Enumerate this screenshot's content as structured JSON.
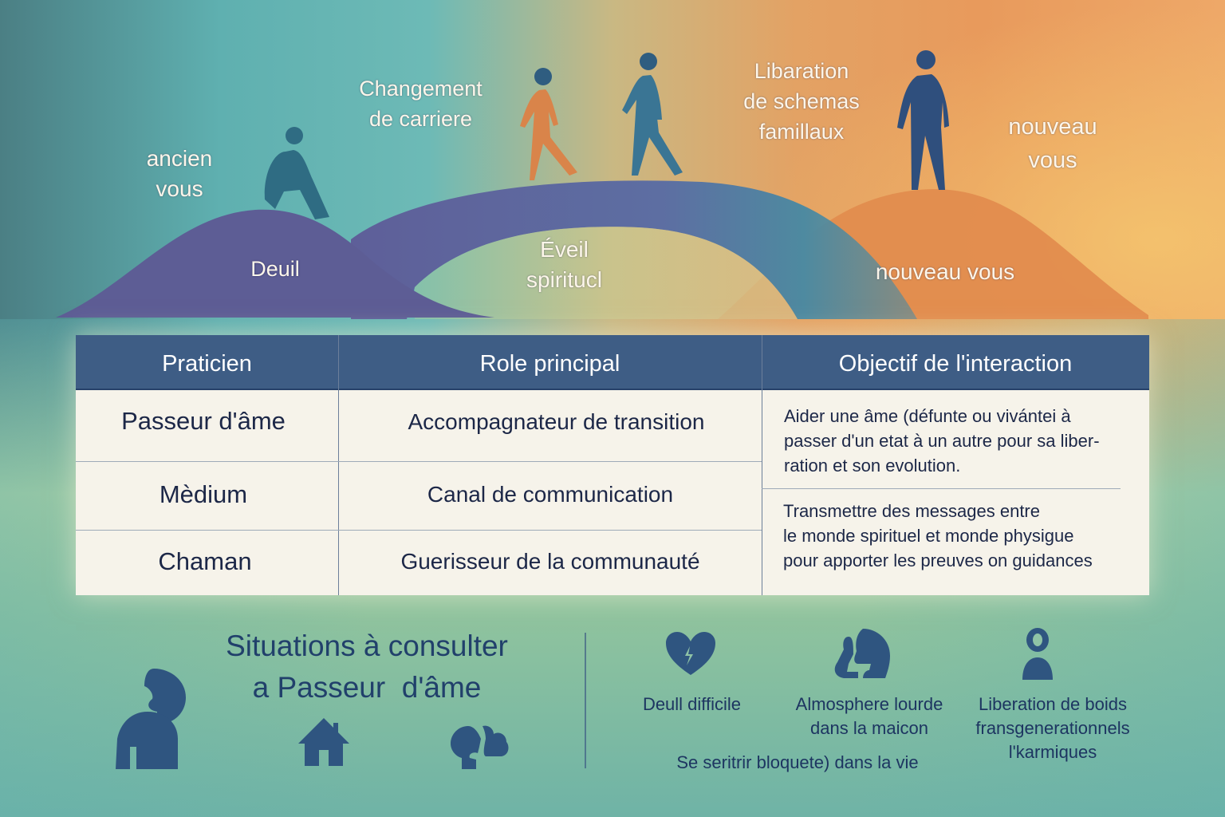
{
  "journey": {
    "labels": {
      "ancien_vous": "ancien\nvous",
      "deuil": "Deuil",
      "changement": "Changement\nde carriere",
      "eveil": "Éveil\nspiritucl",
      "liberation": "Libaration\nde schemas\nfamillaux",
      "nouveau_vous_top": "nouveau\nvous",
      "nouveau_vous_hill": "nouveau vous"
    },
    "colors": {
      "hill_left": "#5d5d95",
      "bridge": "#5e6ea1",
      "hill_right": "#e28c4e",
      "figure_blue": "#3a5a85",
      "figure_orange": "#d9844a"
    }
  },
  "table": {
    "headers": [
      "Praticien",
      "Role principal",
      "Objectif de l'interaction"
    ],
    "rows": [
      {
        "praticien": "Passeur d'âme",
        "role": "Accompagnateur de transition"
      },
      {
        "praticien": "Mèdium",
        "role": "Canal de communication"
      },
      {
        "praticien": "Chaman",
        "role": "Guerisseur de la communauté"
      }
    ],
    "objectives": [
      [
        "Aider une âme (défunte ou vivántei à",
        "passer d'un etat à un autre pour sa liber-",
        "ration et son evolution."
      ],
      [
        "Transmettre des messages entre",
        "le monde spirituel et monde physigue",
        "pour apporter les preuves on guidances"
      ]
    ],
    "header_color": "#3e5d85"
  },
  "situations": {
    "title_line1": "Situations à consulter",
    "title_line2": "a Passeur  d'âme",
    "left_icons": [
      "person-profile-icon",
      "house-icon",
      "head-cloud-icon"
    ],
    "items": [
      {
        "icon": "broken-heart-icon",
        "label": "Deull difficile"
      },
      {
        "icon": "heavy-head-icon",
        "label": "Almosphere lourde\ndans la maicon"
      },
      {
        "icon": "person-icon",
        "label": "Liberation de boids\nfransgenerationnels\nl'karmiques"
      }
    ],
    "extra_label": "Se seritrir bloquete) dans la vie"
  }
}
